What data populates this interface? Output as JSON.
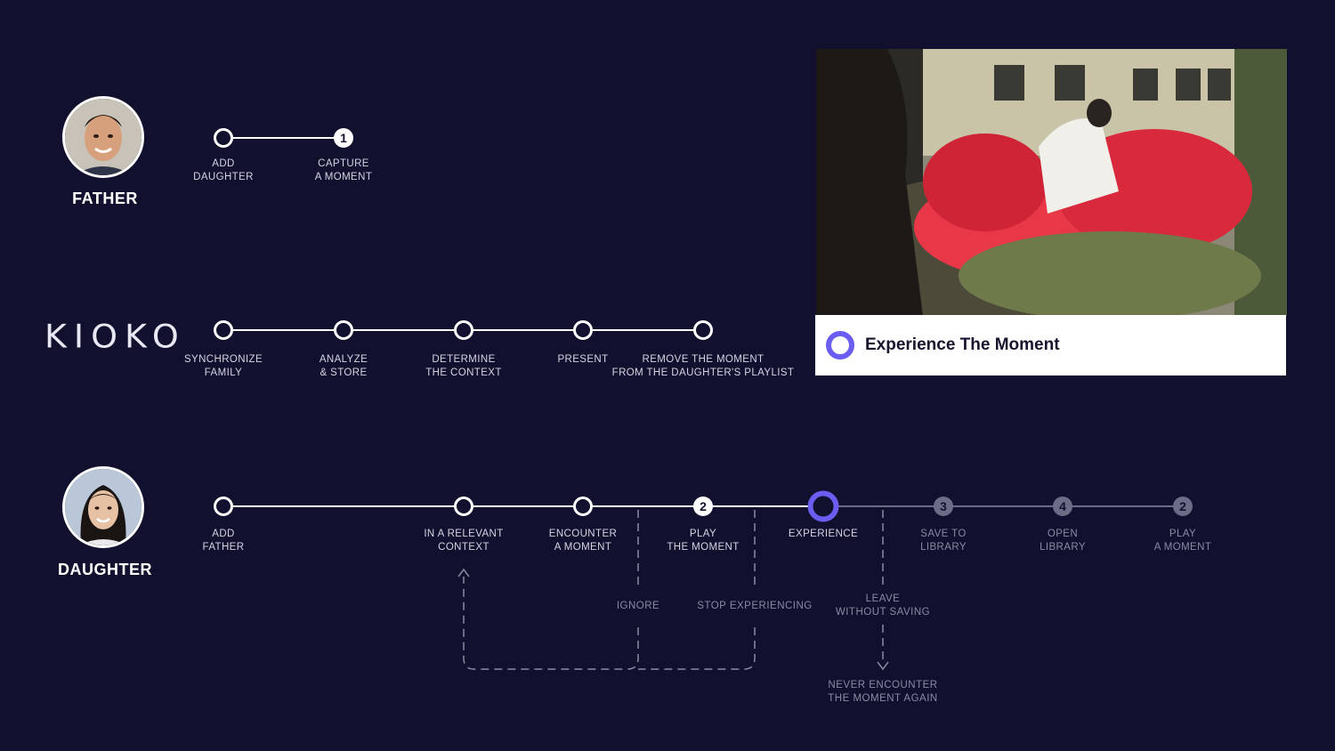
{
  "father": {
    "name": "FATHER",
    "icon": "father-avatar"
  },
  "daughter": {
    "name": "DAUGHTER",
    "icon": "daughter-avatar"
  },
  "logo": {
    "text": "KIOKO"
  },
  "father_steps": [
    {
      "label1": "ADD",
      "label2": "DAUGHTER"
    },
    {
      "label1": "CAPTURE",
      "label2": "A MOMENT",
      "badge": "1"
    }
  ],
  "kioko_steps": [
    {
      "label1": "SYNCHRONIZE",
      "label2": "FAMILY"
    },
    {
      "label1": "ANALYZE",
      "label2": "& STORE"
    },
    {
      "label1": "DETERMINE",
      "label2": "THE CONTEXT"
    },
    {
      "label1": "PRESENT",
      "label2": ""
    },
    {
      "label1": "REMOVE THE MOMENT",
      "label2": "FROM THE DAUGHTER'S PLAYLIST"
    }
  ],
  "daughter_steps": [
    {
      "label1": "ADD",
      "label2": "FATHER"
    },
    {
      "label1": "IN A RELEVANT",
      "label2": "CONTEXT"
    },
    {
      "label1": "ENCOUNTER",
      "label2": "A MOMENT"
    },
    {
      "label1": "PLAY",
      "label2": "THE MOMENT",
      "badge": "2"
    },
    {
      "label1": "EXPERIENCE",
      "label2": ""
    },
    {
      "label1": "SAVE TO",
      "label2": "LIBRARY",
      "badge": "3"
    },
    {
      "label1": "OPEN",
      "label2": "LIBRARY",
      "badge": "4"
    },
    {
      "label1": "PLAY",
      "label2": "A MOMENT",
      "badge": "2"
    }
  ],
  "alternatives": {
    "ignore": "IGNORE",
    "stop": "STOP EXPERIENCING",
    "leave1": "LEAVE",
    "leave2": "WITHOUT SAVING",
    "never1": "NEVER ENCOUNTER",
    "never2": "THE MOMENT AGAIN"
  },
  "video": {
    "caption": "Experience The Moment"
  },
  "colors": {
    "background": "#11102e",
    "accent": "#6b5df0",
    "line": "#ffffff",
    "muted": "#8a8aa2"
  }
}
